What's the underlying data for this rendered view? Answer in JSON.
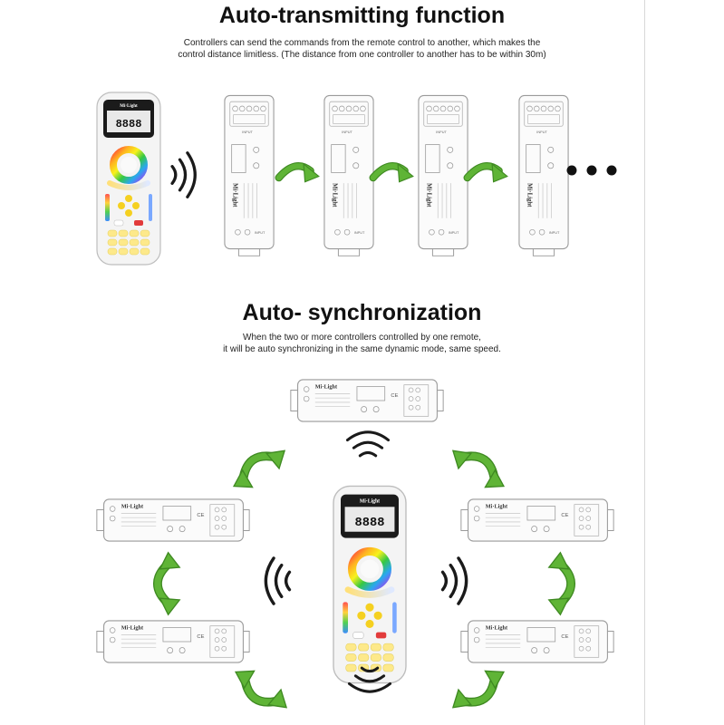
{
  "section1": {
    "title": "Auto-transmitting function",
    "desc_line1": "Controllers can send the commands from the remote control to another, which makes the",
    "desc_line2": "control distance limitless. (The distance from one controller to another has to be within 30m)"
  },
  "section2": {
    "title": "Auto- synchronization",
    "desc_line1": "When the two or more controllers controlled by one remote,",
    "desc_line2": "it will be auto synchronizing in the same dynamic mode, same speed."
  },
  "device": {
    "brand": "Mi·Light",
    "display": "8888",
    "input_label": "INPUT"
  },
  "colors": {
    "arrow_green": "#5fb436",
    "arrow_dark": "#3f8a22",
    "device_outline": "#9a9a9a",
    "remote_body": "#f4f4f4",
    "keypad_yellow": "#fde98a",
    "button_red": "#e23b3b",
    "wave_black": "#1a1a1a"
  }
}
